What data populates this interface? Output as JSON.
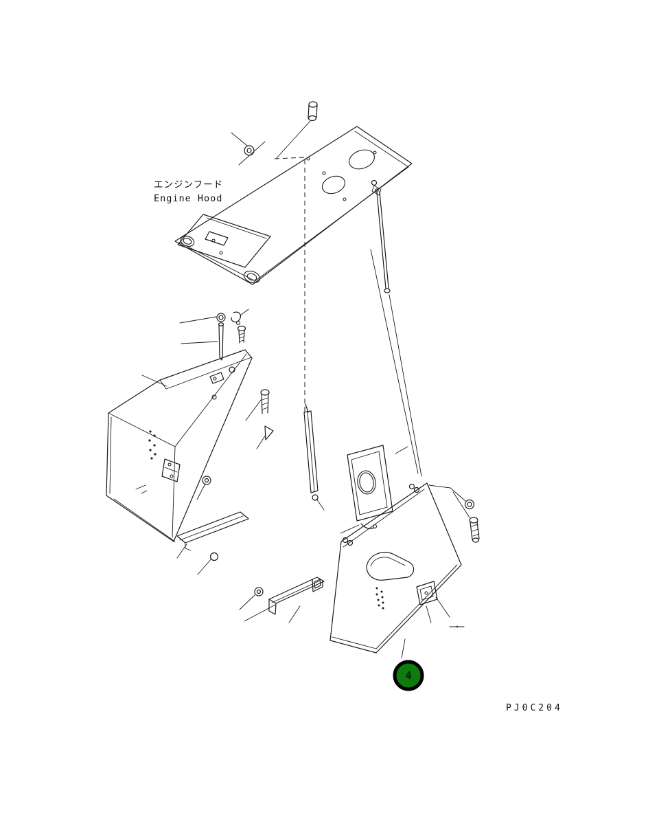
{
  "page": {
    "background": "#ffffff",
    "line_color": "#1a1a1a"
  },
  "labels": {
    "part_label_jp": "エンジンフード",
    "part_label_en": "Engine Hood"
  },
  "callout": {
    "number": "4",
    "fill_color": "#0d7c0d",
    "ring_color": "#000000"
  },
  "footer": {
    "drawing_code": "PJ0C204"
  }
}
